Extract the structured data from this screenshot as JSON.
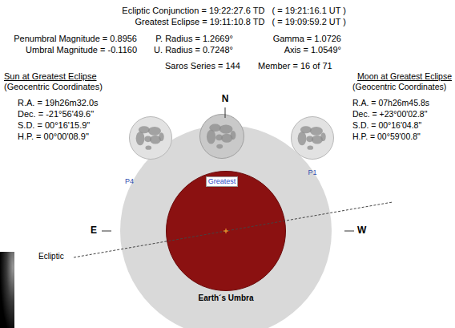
{
  "diagram": {
    "nodes": [
      {
        "text": [
          "Earth´s Umbra"
        ]
      },
      {
        "text": [
          "P4"
        ]
      },
      {
        "text": [
          "Greatest"
        ]
      },
      {
        "text": [
          "P1"
        ]
      }
    ],
    "labels": [
      "Ecliptic Conjunction = 19:22:27.6 TD   ( = 19:21:16.1 UT )",
      "Greatest Eclipse = 19:11:10.8 TD   ( = 19:09:59.2 UT )",
      "Penumbral Magnitude = 0.8956",
      "P. Radius = 1.2669°",
      "Gamma = 1.0726",
      "Umbral Magnitude = -0.1160",
      "U. Radius = 0.7248°",
      "Axis = 1.0549°",
      "Saros Series = 144",
      "Member = 16 of 71",
      "Sun at Greatest Eclipse",
      "(Geocentric Coordinates)",
      "R.A. = 19h26m32.0s",
      "Dec. = -21°56'49.6\"",
      "S.D. = 00°16'15.9\"",
      "H.P. = 00°00'08.9\"",
      "Moon at Greatest Eclipse",
      "(Geocentric Coordinates)",
      "R.A. = 07h26m45.8s",
      "Dec. = +23°00'02.8\"",
      "S.D. = 00°16'04.8\"",
      "H.P. = 00°59'00.8\"",
      "N",
      "E",
      "W",
      "Ecliptic"
    ]
  }
}
